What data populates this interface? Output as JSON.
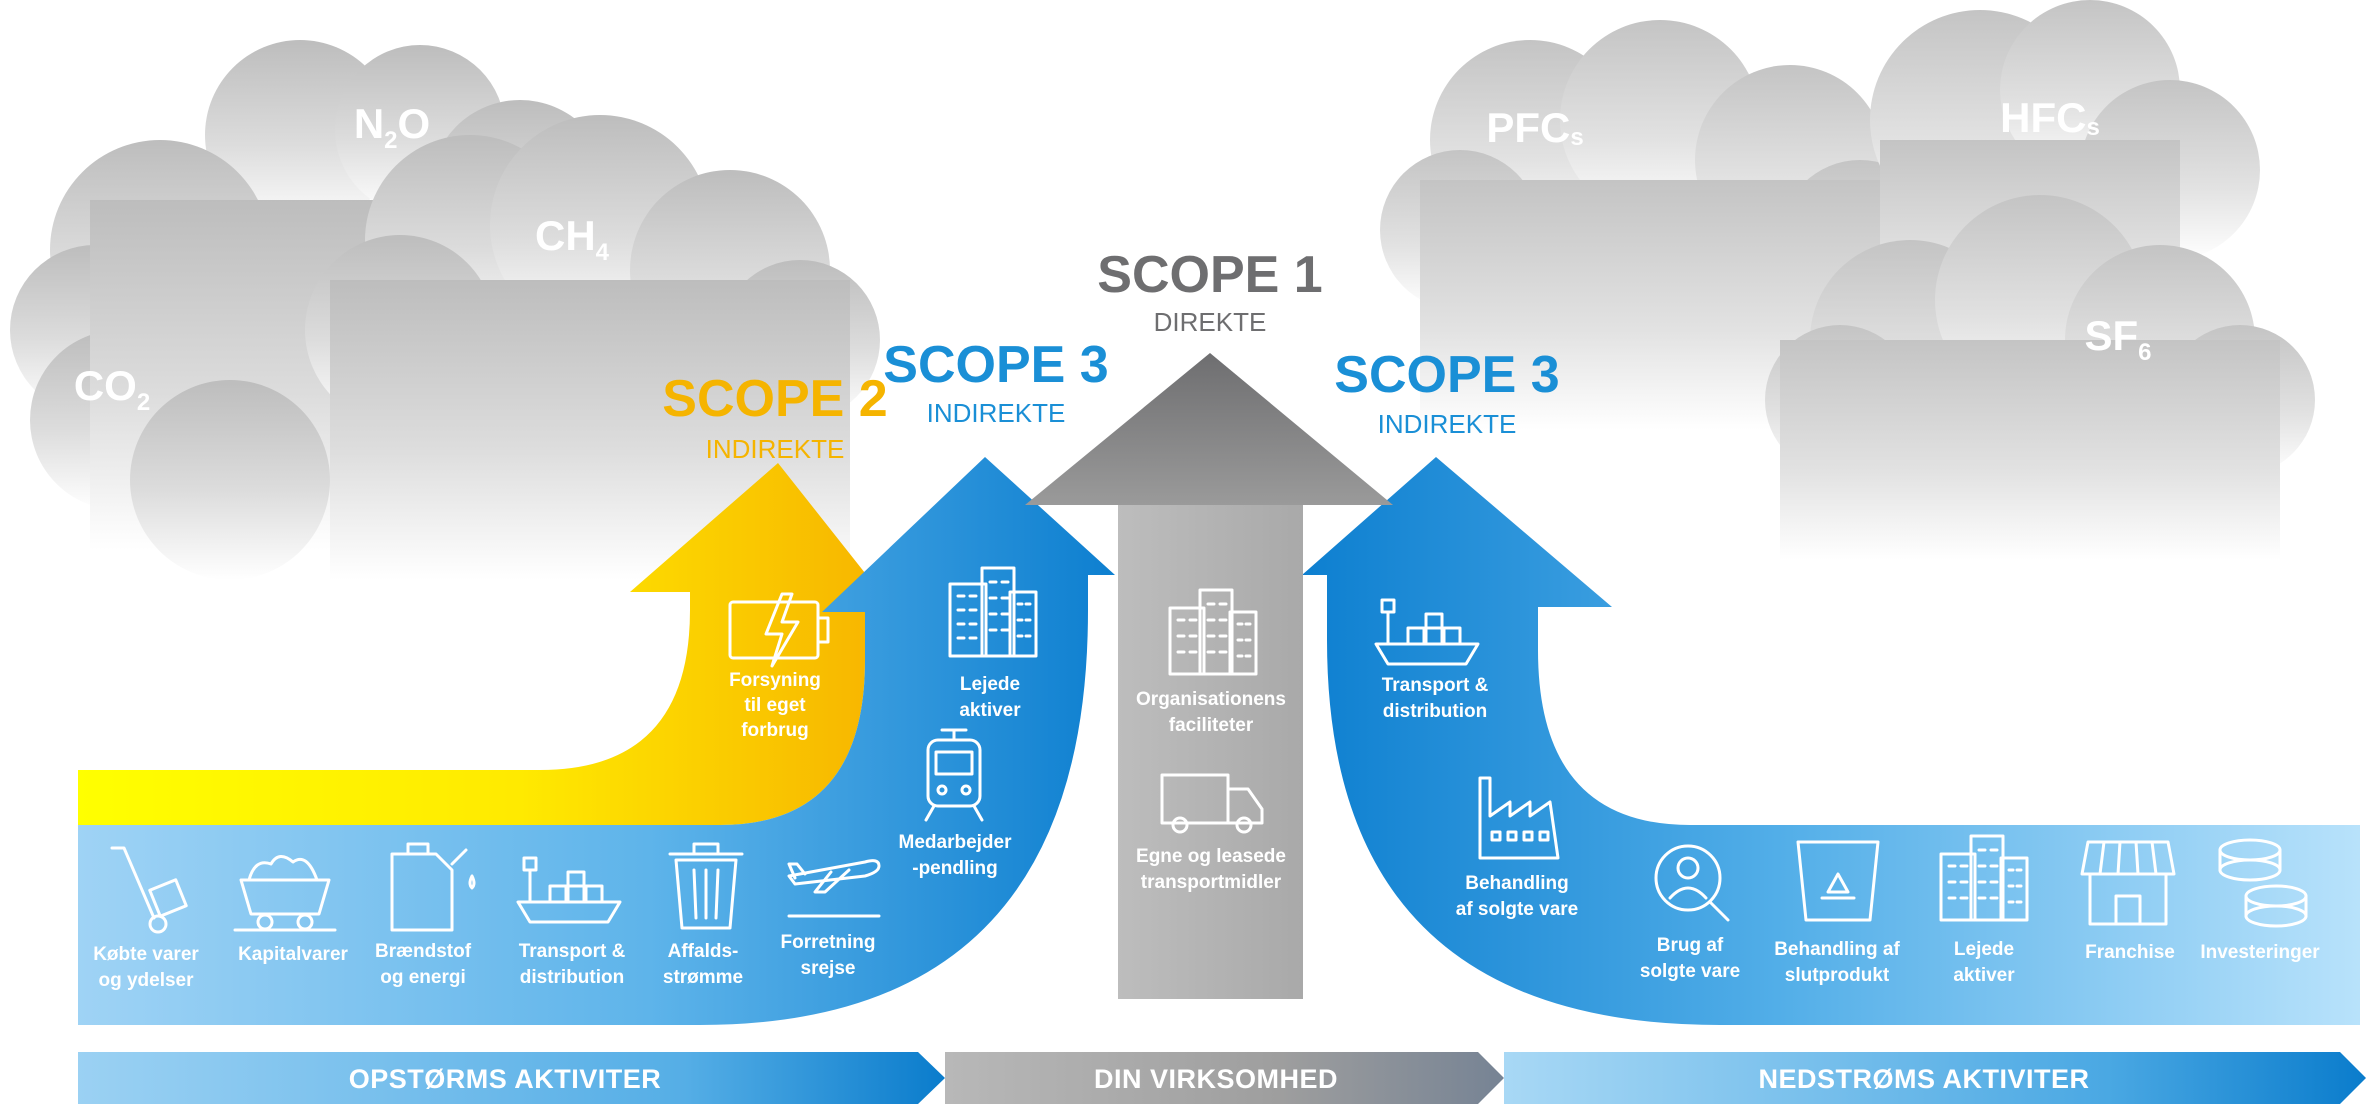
{
  "gases": [
    {
      "id": "co2",
      "base": "CO",
      "sub": "2"
    },
    {
      "id": "n2o",
      "pre": "N",
      "sub": "2",
      "post": "O"
    },
    {
      "id": "ch4",
      "base": "CH",
      "sub": "4"
    },
    {
      "id": "pfcs",
      "base": "PFC",
      "sub": "s"
    },
    {
      "id": "hfcs",
      "base": "HFC",
      "sub": "s"
    },
    {
      "id": "sf6",
      "base": "SF",
      "sub": "6"
    }
  ],
  "scopes": {
    "scope2": {
      "title": "SCOPE 2",
      "subtitle": "INDIREKTE",
      "color": "#f5b400"
    },
    "scope3_up": {
      "title": "SCOPE 3",
      "subtitle": "INDIREKTE",
      "color": "#1a8fd6"
    },
    "scope1": {
      "title": "SCOPE 1",
      "subtitle": "DIREKTE",
      "color": "#6e6e70"
    },
    "scope3_down": {
      "title": "SCOPE 3",
      "subtitle": "INDIREKTE",
      "color": "#1a8fd6"
    }
  },
  "scope2_items": [
    {
      "icon": "battery-icon",
      "lines": [
        "Forsyning",
        "til eget",
        "forbrug"
      ]
    }
  ],
  "scope3_up_items": [
    {
      "icon": "buildings-icon",
      "lines": [
        "Lejede",
        "aktiver"
      ]
    },
    {
      "icon": "train-icon",
      "lines": [
        "Medarbejder",
        "-pendling"
      ]
    }
  ],
  "scope1_items": [
    {
      "icon": "buildings-icon",
      "lines": [
        "Organisationens",
        "faciliteter"
      ]
    },
    {
      "icon": "truck-icon",
      "lines": [
        "Egne og leasede",
        "transportmidler"
      ]
    }
  ],
  "scope3_down_items": [
    {
      "icon": "ship-icon",
      "lines": [
        "Transport &",
        "distribution"
      ]
    },
    {
      "icon": "factory-icon",
      "lines": [
        "Behandling",
        "af solgte vare"
      ]
    }
  ],
  "upstream_items": [
    {
      "icon": "hand-truck-icon",
      "lines": [
        "Købte varer",
        "og ydelser"
      ]
    },
    {
      "icon": "mine-cart-icon",
      "lines": [
        "Kapitalvarer"
      ]
    },
    {
      "icon": "fuel-can-icon",
      "lines": [
        "Brændstof",
        "og energi"
      ]
    },
    {
      "icon": "ship-icon",
      "lines": [
        "Transport &",
        "distribution"
      ]
    },
    {
      "icon": "trash-can-icon",
      "lines": [
        "Affalds-",
        "strømme"
      ]
    },
    {
      "icon": "airplane-icon",
      "lines": [
        "Forretning",
        "srejse"
      ]
    }
  ],
  "downstream_items": [
    {
      "icon": "user-search-icon",
      "lines": [
        "Brug af",
        "solgte vare"
      ]
    },
    {
      "icon": "recycle-bin-icon",
      "lines": [
        "Behandling af",
        "slutprodukt"
      ]
    },
    {
      "icon": "buildings-icon",
      "lines": [
        "Lejede",
        "aktiver"
      ]
    },
    {
      "icon": "storefront-icon",
      "lines": [
        "Franchise"
      ]
    },
    {
      "icon": "coins-icon",
      "lines": [
        "Investeringer"
      ]
    }
  ],
  "bands": {
    "upstream": "OPSTØRMS AKTIVITER",
    "company": "DIN VIRKSOMHED",
    "downstream": "NEDSTRØMS AKTIVITER"
  }
}
